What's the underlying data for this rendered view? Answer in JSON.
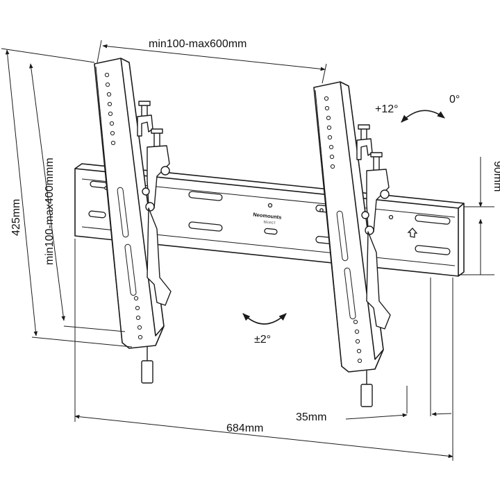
{
  "dimensions": {
    "vesa_horizontal": "min100-max600mm",
    "vesa_vertical": "min100-max400mmm",
    "total_height": "425mm",
    "plate_height": "90mm",
    "total_width": "684mm",
    "wall_distance": "35mm"
  },
  "angles": {
    "tilt_up": "+12°",
    "tilt_zero": "0°",
    "level_adjust": "±2°"
  },
  "brand": {
    "name": "Neomounts",
    "sub": "SELECT"
  },
  "colors": {
    "line": "#1a1a1a",
    "fill": "#ffffff"
  }
}
